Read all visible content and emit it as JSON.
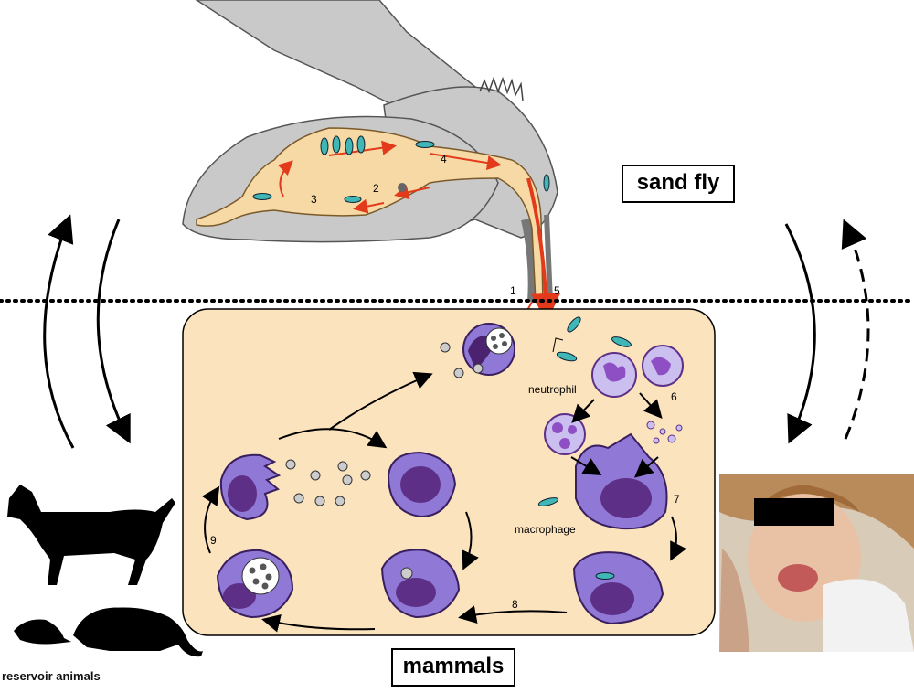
{
  "labels": {
    "sand_fly": "sand fly",
    "mammals": "mammals",
    "reservoir": "reservoir animals",
    "neutrophil": "neutrophil",
    "macrophage": "macrophage"
  },
  "steps": [
    "1",
    "2",
    "3",
    "4",
    "5",
    "6",
    "7",
    "8",
    "9"
  ],
  "colors": {
    "fly_gray": "#c9c9c9",
    "gut": "#f7d9a6",
    "tissue": "#fbe3bd",
    "cell_outer": "#8f78d6",
    "nucleus": "#5e2f86",
    "parasite": "#40b6b6",
    "red_arrow": "#e23a1a"
  }
}
